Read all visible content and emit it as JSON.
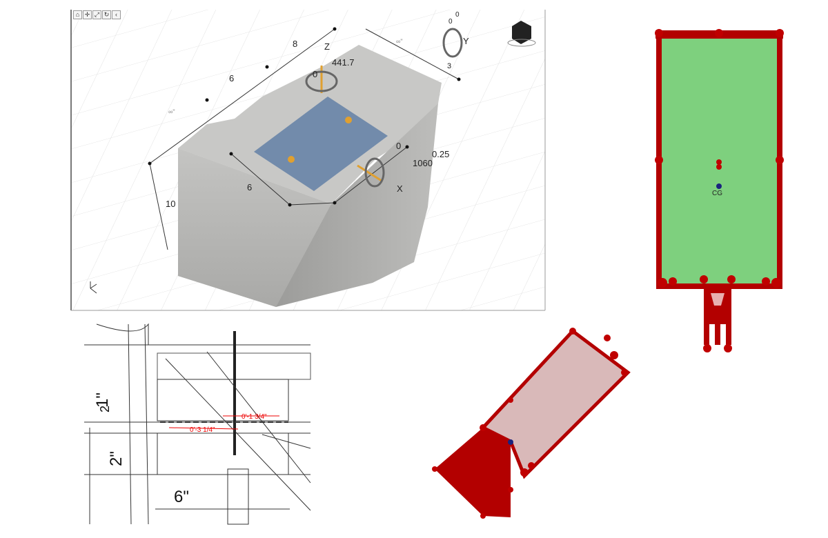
{
  "viewer3d": {
    "toolbar": [
      {
        "icon": "home-icon",
        "glyph": "⌂"
      },
      {
        "icon": "pan-icon",
        "glyph": "✛"
      },
      {
        "icon": "fit-icon",
        "glyph": "⤢"
      },
      {
        "icon": "rotate-icon",
        "glyph": "↻"
      },
      {
        "icon": "collapse-icon",
        "glyph": "‹"
      }
    ],
    "dims": {
      "top_a": "8",
      "top_b": "6",
      "inf_left": "∞\"",
      "inf_right": "∞\"",
      "plate_width": "6",
      "height": "10",
      "offset": "0.25"
    },
    "loads": {
      "z_axis": "Z",
      "z_force": "441.7",
      "z_moment": "0",
      "y_axis": "Y",
      "y_top_a": "0",
      "y_top_b": "0",
      "y_moment": "3",
      "x_axis": "X",
      "x_moment": "0",
      "x_force": "1060"
    },
    "colors": {
      "concrete": "#b9b9b7",
      "plate": "#6a86a8",
      "anchor": "#e0a030"
    }
  },
  "section_top": {
    "cg_label": "CG",
    "colors": {
      "fill": "#7ed07e",
      "edge": "#b30000"
    }
  },
  "section_rotated": {
    "colors": {
      "fill": "#d9b9b9",
      "edge": "#b30000"
    }
  },
  "drawing": {
    "dim_half": "1\"",
    "dim_half_den": "2",
    "dim_2": "2\"",
    "dim_6": "6\"",
    "red_dim_a": "0'-1 3/4\"",
    "red_dim_b": "0'-3 1/4\""
  }
}
